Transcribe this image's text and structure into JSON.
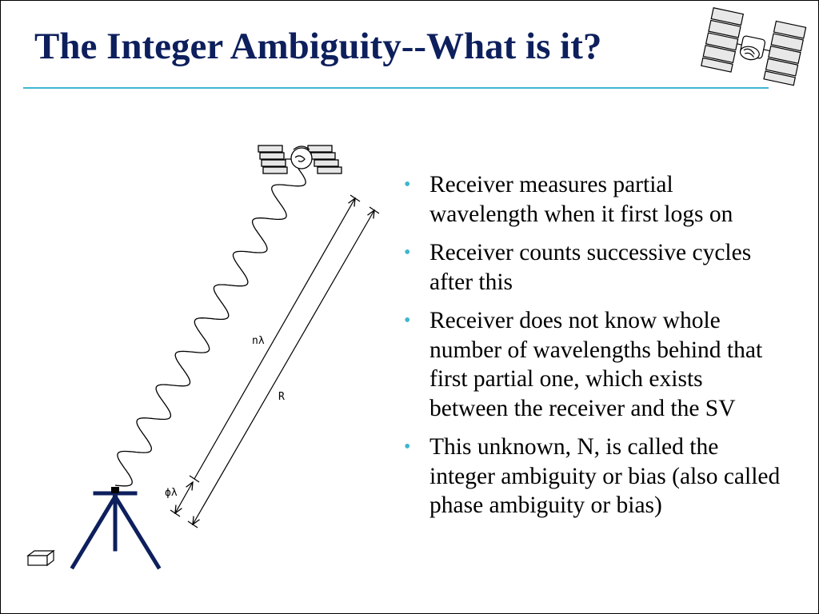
{
  "slide": {
    "title": "The Integer Ambiguity--What is it?",
    "accent_color": "#3fb6cf",
    "title_color": "#0d1f5c"
  },
  "bullets": [
    {
      "text": "Receiver measures partial wavelength when it first logs on"
    },
    {
      "text": "Receiver counts successive cycles after this"
    },
    {
      "text": "Receiver does not know whole number of wavelengths behind that first partial one, which exists between the receiver and the SV"
    },
    {
      "text": "This unknown, N, is called the integer ambiguity or bias (also called phase ambiguity or bias)"
    }
  ],
  "diagram": {
    "label_n_lambda": "nλ",
    "label_r": "R",
    "label_phi_lambda": "ϕλ"
  },
  "icons": {
    "corner_satellite": "satellite-icon",
    "diagram_satellite": "satellite-icon",
    "receiver": "tripod-antenna-icon",
    "page_box": "box-icon"
  }
}
